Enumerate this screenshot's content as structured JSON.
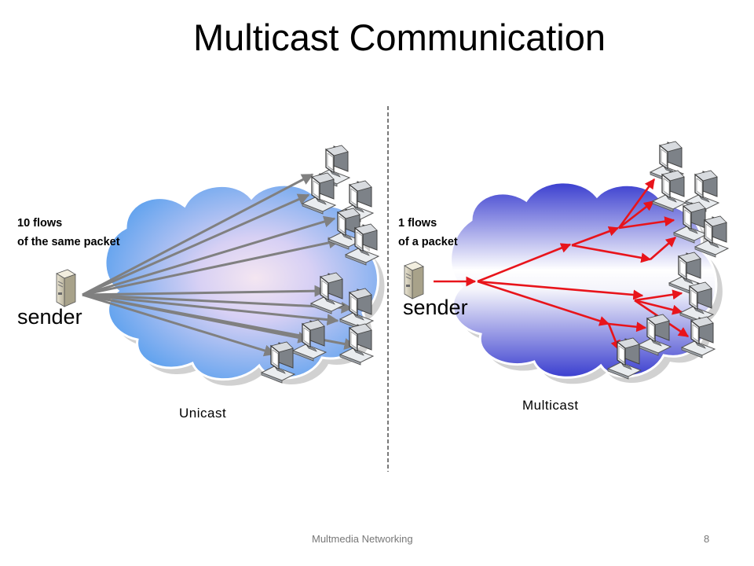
{
  "slide": {
    "title": "Multicast Communication",
    "footer_text": "Multmedia Networking",
    "page_number": "8"
  },
  "unicast": {
    "flows_line1": "10 flows",
    "flows_line2": "of the same packet",
    "sender_label": "sender",
    "caption": "Unicast",
    "arrow_color": "#808080"
  },
  "multicast": {
    "flows_line1": "1 flows",
    "flows_line2": "of a packet",
    "sender_label": "sender",
    "caption": "Multicast",
    "arrow_color": "#e8141b"
  },
  "colors": {
    "unicast_cloud_edge": "#5aa0ee",
    "unicast_cloud_center": "#f2e2ef",
    "multicast_cloud_edge": "#3a3ecf",
    "multicast_cloud_center": "#ffffff"
  }
}
